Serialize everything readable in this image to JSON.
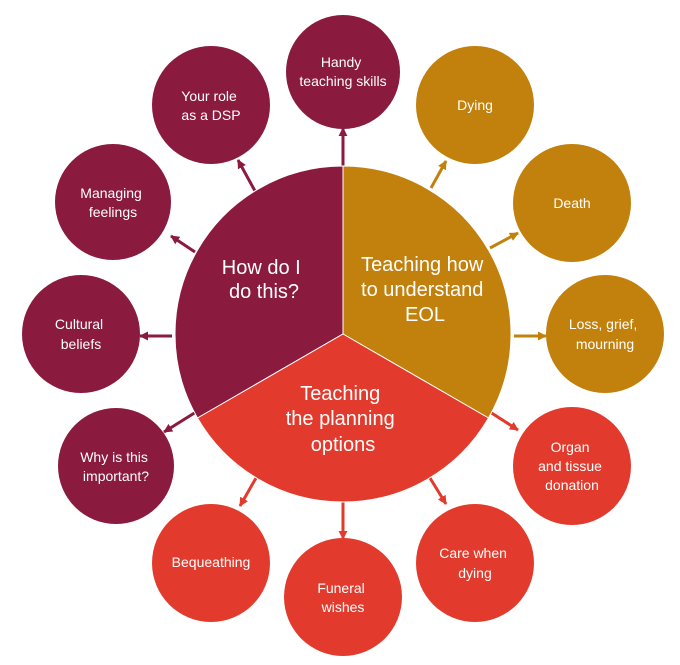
{
  "colors": {
    "maroon": "#8a1a3e",
    "gold": "#c2800d",
    "red": "#e23b2d",
    "background": "#ffffff"
  },
  "sectors": [
    {
      "id": "how",
      "color": "maroon",
      "lines": [
        "How do I",
        "do this?"
      ]
    },
    {
      "id": "eol",
      "color": "gold",
      "lines": [
        "Teaching how",
        "to understand",
        "EOL"
      ]
    },
    {
      "id": "planning",
      "color": "red",
      "lines": [
        "Teaching",
        "the planning",
        "options"
      ]
    }
  ],
  "nodes": [
    {
      "id": "handy-teaching-skills",
      "color": "maroon",
      "lines": [
        "Handy",
        "teaching skills"
      ]
    },
    {
      "id": "your-role-as-a-dsp",
      "color": "maroon",
      "lines": [
        "Your role",
        "as a DSP"
      ]
    },
    {
      "id": "managing-feelings",
      "color": "maroon",
      "lines": [
        "Managing",
        "feelings"
      ]
    },
    {
      "id": "cultural-beliefs",
      "color": "maroon",
      "lines": [
        "Cultural",
        "beliefs"
      ]
    },
    {
      "id": "why-is-this-important",
      "color": "maroon",
      "lines": [
        "Why is this",
        "important?"
      ]
    },
    {
      "id": "dying",
      "color": "gold",
      "lines": [
        "Dying"
      ]
    },
    {
      "id": "death",
      "color": "gold",
      "lines": [
        "Death"
      ]
    },
    {
      "id": "loss-grief-mourning",
      "color": "gold",
      "lines": [
        "Loss, grief,",
        "mourning"
      ]
    },
    {
      "id": "organ-and-tissue-donation",
      "color": "red",
      "lines": [
        "Organ",
        "and tissue",
        "donation"
      ]
    },
    {
      "id": "care-when-dying",
      "color": "red",
      "lines": [
        "Care when",
        "dying"
      ]
    },
    {
      "id": "funeral-wishes",
      "color": "red",
      "lines": [
        "Funeral",
        "wishes"
      ]
    },
    {
      "id": "bequeathing",
      "color": "red",
      "lines": [
        "Bequeathing"
      ]
    }
  ]
}
